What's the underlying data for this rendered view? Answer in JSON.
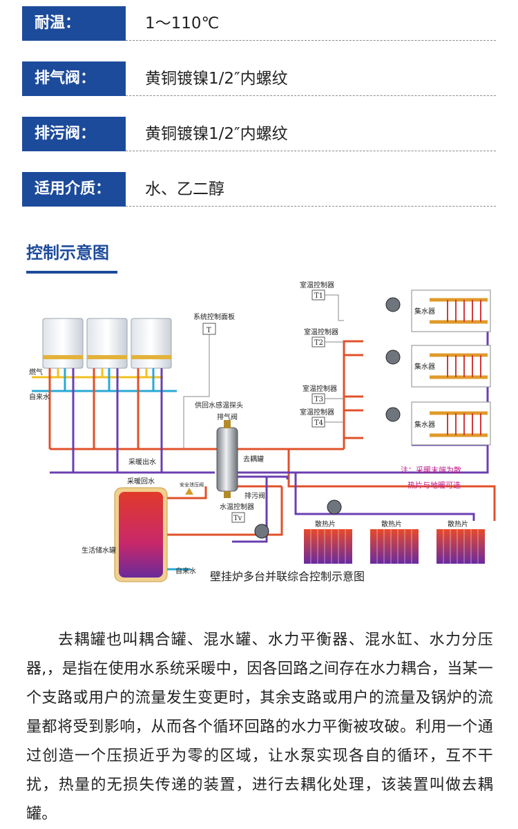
{
  "specs": [
    {
      "label": "耐温：",
      "value": "1～110℃"
    },
    {
      "label": "排气阀：",
      "value": "黄铜镀镍1/2″内螺纹"
    },
    {
      "label": "排污阀：",
      "value": "黄铜镀镍1/2″内螺纹"
    },
    {
      "label": "适用介质：",
      "value": "水、乙二醇"
    }
  ],
  "section": {
    "title": "控制示意图"
  },
  "diagram": {
    "labels": {
      "gas": "燃气",
      "tap_water": "自来水",
      "control_panel": "系统控制面板",
      "panel_symbol": "T",
      "supply_sensor": "供回水感温探头",
      "vent_valve": "排气阀",
      "decoupling_tank": "去耦罐",
      "drain_valve": "排污阀",
      "heating_out": "采暖出水",
      "heating_return": "采暖回水",
      "safety_valve": "安全泄压阀",
      "storage_tank": "生活储水罐",
      "tap_water_in": "自来水",
      "water_temp_controller": "水温控制器",
      "tv_symbol": "Tv",
      "room_controller_1": "室温控制器",
      "t1": "T1",
      "room_controller_2": "室温控制器",
      "t2": "T2",
      "room_controller_3": "室温控制器",
      "t3": "T3",
      "room_controller_4": "室温控制器",
      "t4": "T4",
      "manifold_1": "集水器",
      "manifold_2": "集水器",
      "manifold_3": "集水器",
      "radiator_1": "散热片",
      "radiator_2": "散热片",
      "radiator_3": "散热片",
      "note_line1": "注：采暖末端为散",
      "note_line2": "热片与地暖可选",
      "caption": "壁挂炉多台并联综合控制示意图"
    }
  },
  "body": {
    "text": "去耦罐也叫耦合罐、混水罐、水力平衡器、混水缸、水力分压器,，是指在使用水系统采暖中，因各回路之间存在水力耦合，当某一个支路或用户的流量发生变更时，其余支路或用户的流量及锅炉的流量都将受到影响，从而各个循环回路的水力平衡被攻破。利用一个通过创造一个压损近乎为零的区域，让水泵实现各自的循环，互不干扰，热量的无损失传递的装置，进行去耦化处理，该装置叫做去耦罐。"
  },
  "colors": {
    "brand": "#1d4b9b",
    "supply": "#e0502a",
    "return": "#6a3fb0",
    "tap": "#29a8d6",
    "gas": "#f0c020",
    "note": "#c0188a"
  }
}
